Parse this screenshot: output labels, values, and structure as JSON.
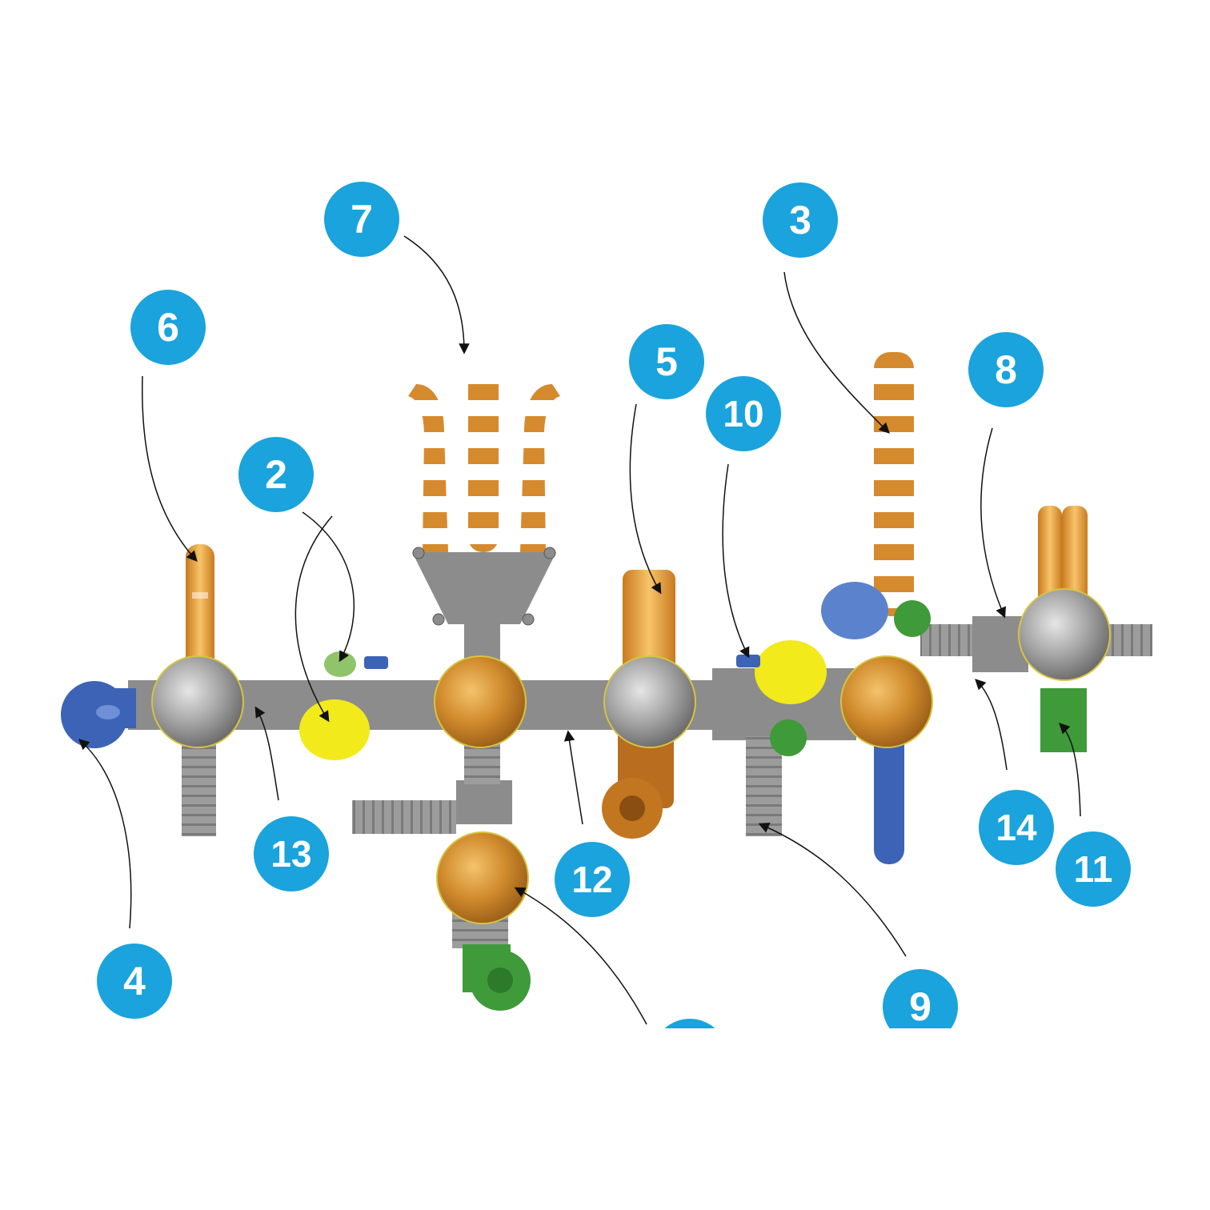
{
  "diagram": {
    "callouts": [
      {
        "id": "c6",
        "label": "6"
      },
      {
        "id": "c7",
        "label": "7"
      },
      {
        "id": "c3",
        "label": "3"
      },
      {
        "id": "c5",
        "label": "5"
      },
      {
        "id": "c10",
        "label": "10"
      },
      {
        "id": "c8",
        "label": "8"
      },
      {
        "id": "c2",
        "label": "2"
      },
      {
        "id": "c13",
        "label": "13"
      },
      {
        "id": "c12",
        "label": "12"
      },
      {
        "id": "c14",
        "label": "14"
      },
      {
        "id": "c11",
        "label": "11"
      },
      {
        "id": "c4",
        "label": "4"
      },
      {
        "id": "c9",
        "label": "9"
      },
      {
        "id": "c1",
        "label": ""
      }
    ]
  },
  "colors": {
    "callout_blue": "#1aa3dc",
    "deck_gray": "#8c8c8c",
    "dome_silver": "#9a9a9a",
    "dome_orange": "#d18a2a",
    "slide_orange": "#e89a3a",
    "tube_blue": "#3c63b6",
    "yellow": "#f2ea1a",
    "green": "#3f9a3a",
    "arrow": "#111111"
  }
}
